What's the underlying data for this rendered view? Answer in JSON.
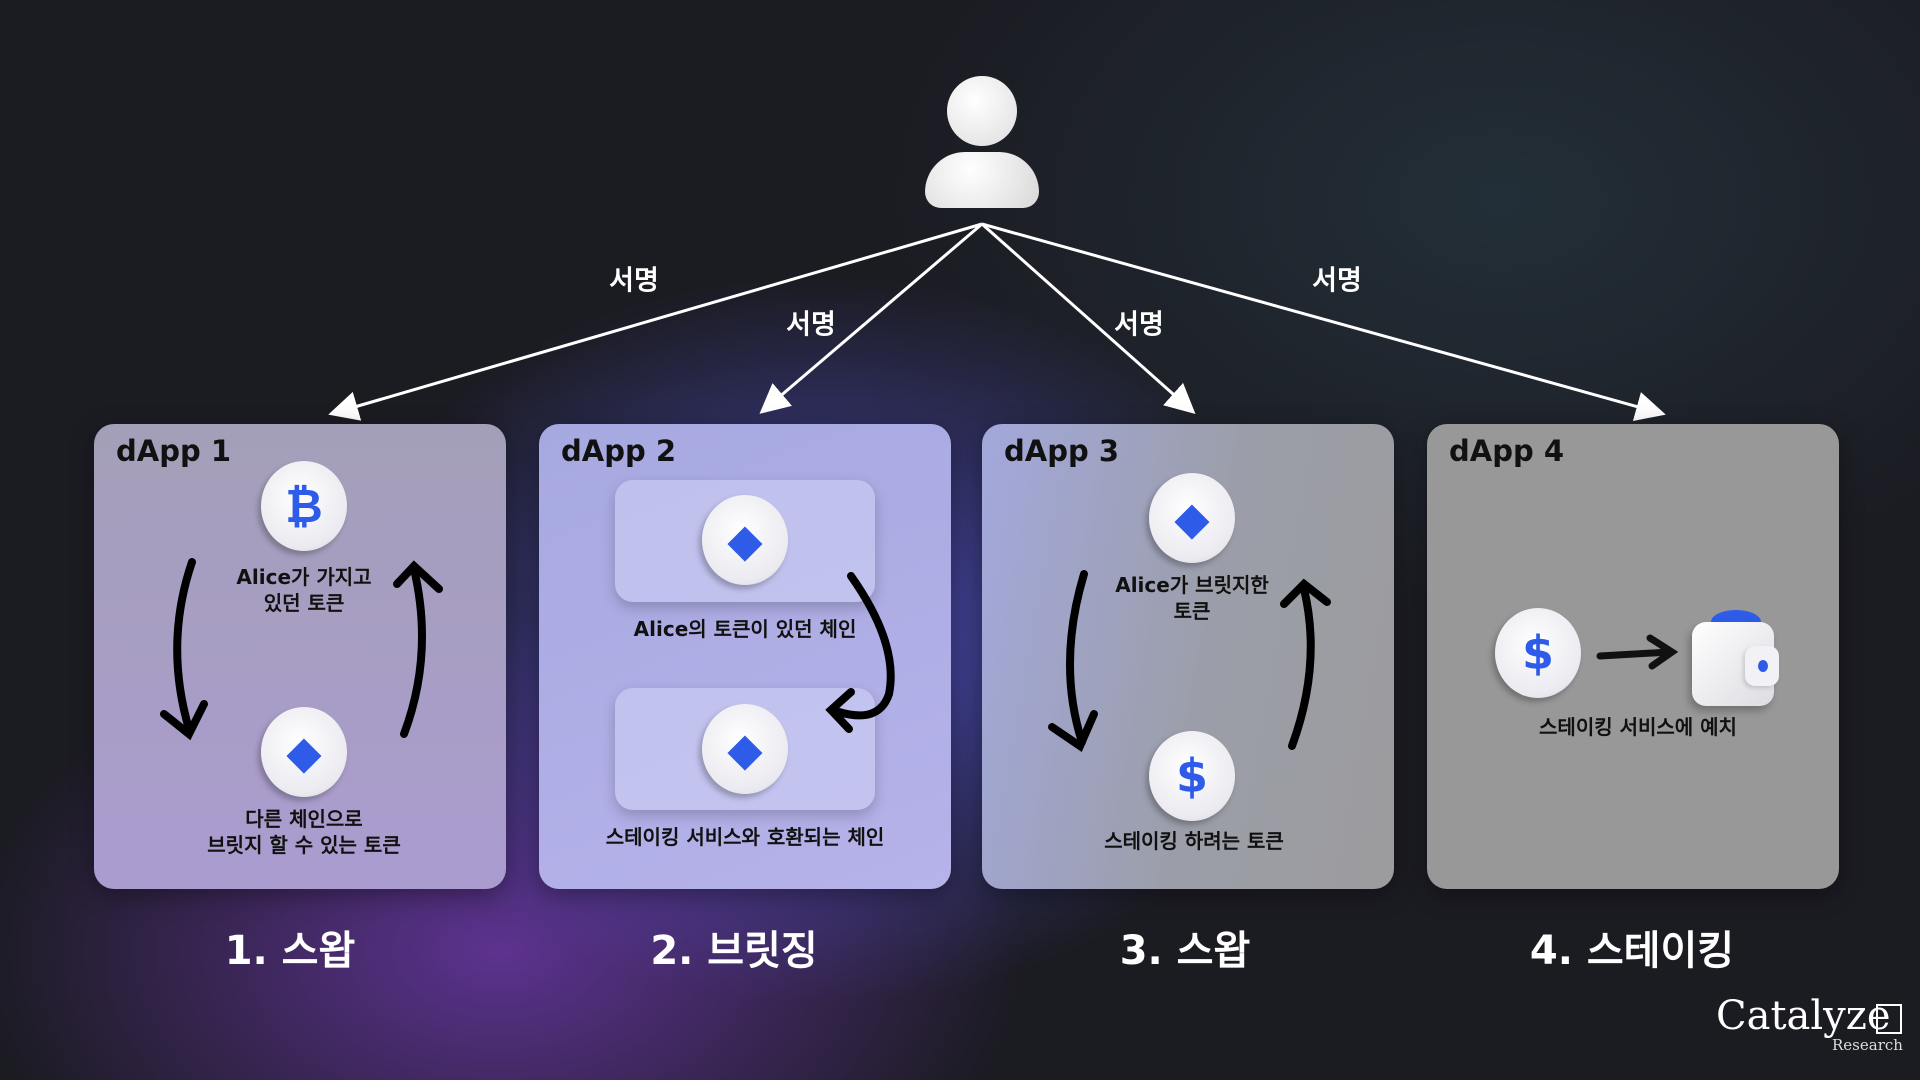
{
  "user_icon": "person-icon",
  "signature_label": "서명",
  "dapps": [
    {
      "title": "dApp 1",
      "step": "1. 스왑",
      "top_caption": [
        "Alice가 가지고",
        "있던 토큰"
      ],
      "bottom_caption": [
        "다른 체인으로",
        "브릿지 할 수 있는 토큰"
      ]
    },
    {
      "title": "dApp 2",
      "step": "2. 브릿징",
      "top_caption": "Alice의 토큰이 있던 체인",
      "bottom_caption": "스테이킹 서비스와 호환되는 체인"
    },
    {
      "title": "dApp 3",
      "step": "3. 스왑",
      "top_caption": [
        "Alice가 브릿지한",
        "토큰"
      ],
      "bottom_caption": "스테이킹 하려는 토큰"
    },
    {
      "title": "dApp 4",
      "step": "4. 스테이킹",
      "caption": "스테이킹 서비스에 예치"
    }
  ],
  "logo": {
    "name": "Catalyze",
    "sub": "Research"
  },
  "colors": {
    "accent": "#2e5be8"
  }
}
